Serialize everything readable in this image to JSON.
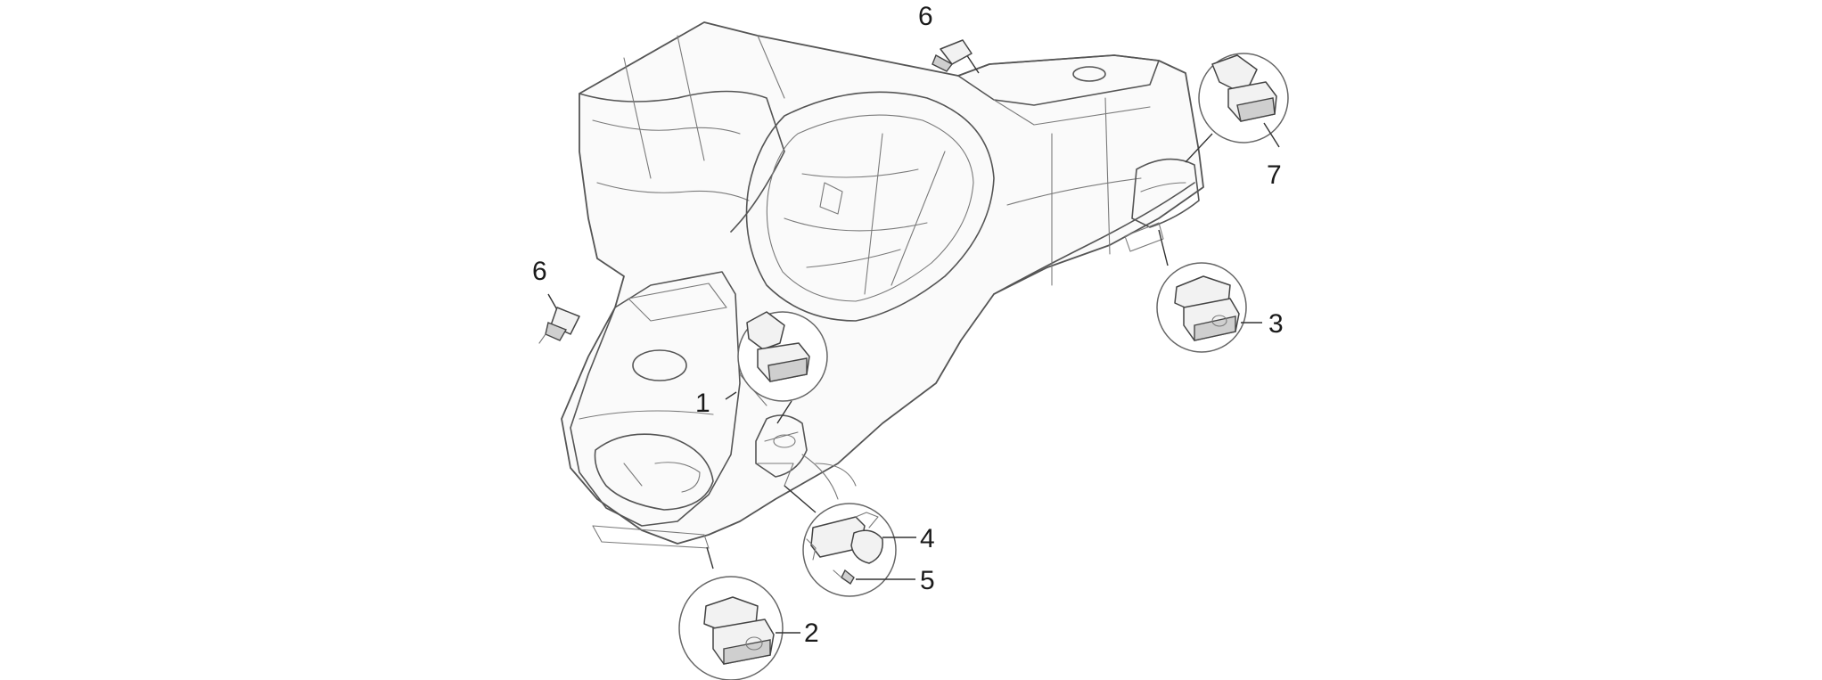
{
  "parts": [
    {
      "id": "part-1",
      "label": "1"
    },
    {
      "id": "part-2",
      "label": "2"
    },
    {
      "id": "part-3",
      "label": "3"
    },
    {
      "id": "part-4",
      "label": "4"
    },
    {
      "id": "part-5",
      "label": "5"
    },
    {
      "id": "part-6-left",
      "label": "6"
    },
    {
      "id": "part-6-top",
      "label": "6"
    },
    {
      "id": "part-7",
      "label": "7"
    }
  ],
  "colors": {
    "line": "#555555",
    "text": "#1a1a1a",
    "background": "#ffffff"
  }
}
